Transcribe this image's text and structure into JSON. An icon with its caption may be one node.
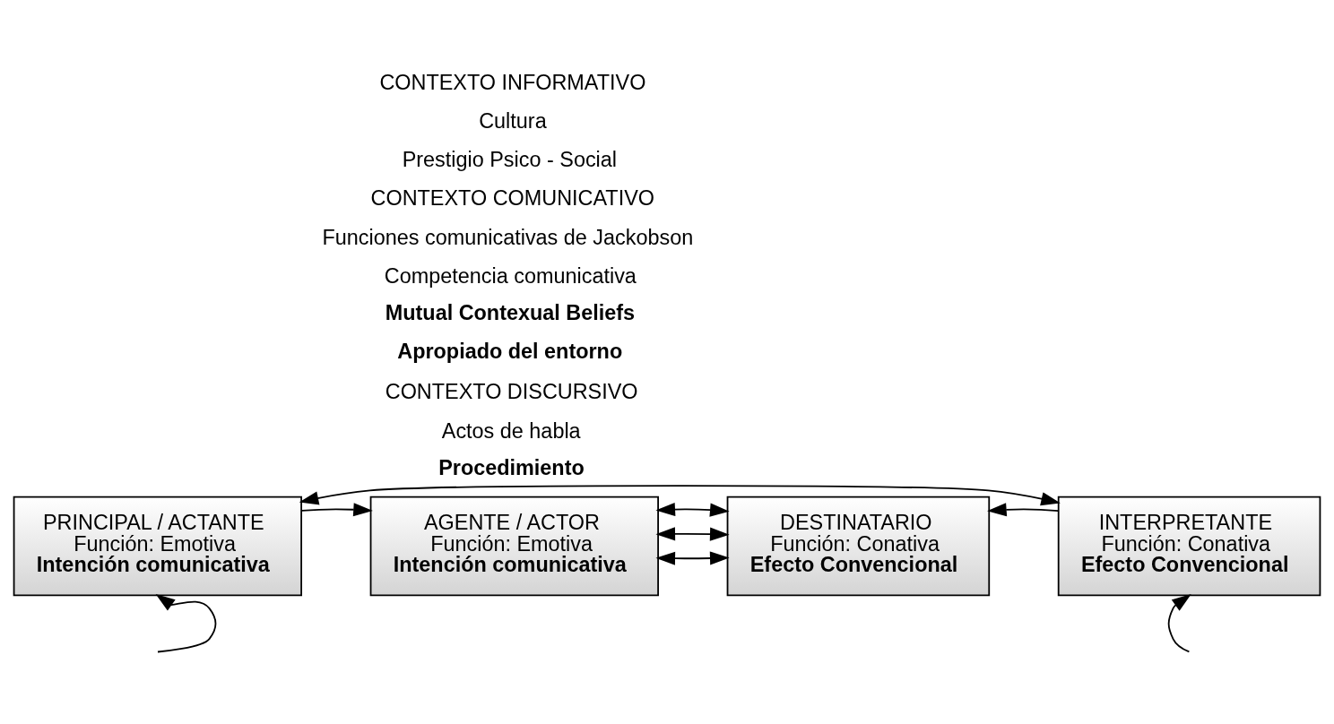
{
  "diagram": {
    "nodes": [
      {
        "text": [
          "PRINCIPAL / ACTANTE",
          "Función: Emotiva",
          "Intención comunicativa"
        ]
      },
      {
        "text": [
          "AGENTE / ACTOR",
          "Función: Emotiva",
          "Intención comunicativa"
        ]
      },
      {
        "text": [
          "DESTINATARIO",
          "Función: Conativa",
          "Efecto Convencional"
        ]
      },
      {
        "text": [
          "INTERPRETANTE",
          "Función: Conativa",
          "Efecto Convencional"
        ]
      }
    ],
    "edges": [
      {
        "from": 0,
        "to": 3,
        "arrow": "both"
      },
      {
        "from": 1,
        "to": 2,
        "arrow": "both"
      },
      {
        "from": 0,
        "to": 1,
        "arrow": "to"
      },
      {
        "from": 1,
        "to": 2,
        "arrow": "both"
      },
      {
        "from": 3,
        "to": 2,
        "arrow": "to"
      },
      {
        "from": 1,
        "to": 2,
        "arrow": "both"
      },
      {
        "from": null,
        "to": 0,
        "arrow": "to"
      },
      {
        "from": null,
        "to": 3,
        "arrow": "to"
      }
    ],
    "labels": [
      "CONTEXTO INFORMATIVO",
      "Cultura",
      "Prestigio Psico - Social",
      "CONTEXTO COMUNICATIVO",
      "Funciones comunicativas de Jackobson",
      "Competencia comunicativa",
      "Mutual Contexual Beliefs",
      "Apropiado del entorno",
      "CONTEXTO DISCURSIVO",
      "Actos de habla",
      "Procedimiento"
    ]
  }
}
